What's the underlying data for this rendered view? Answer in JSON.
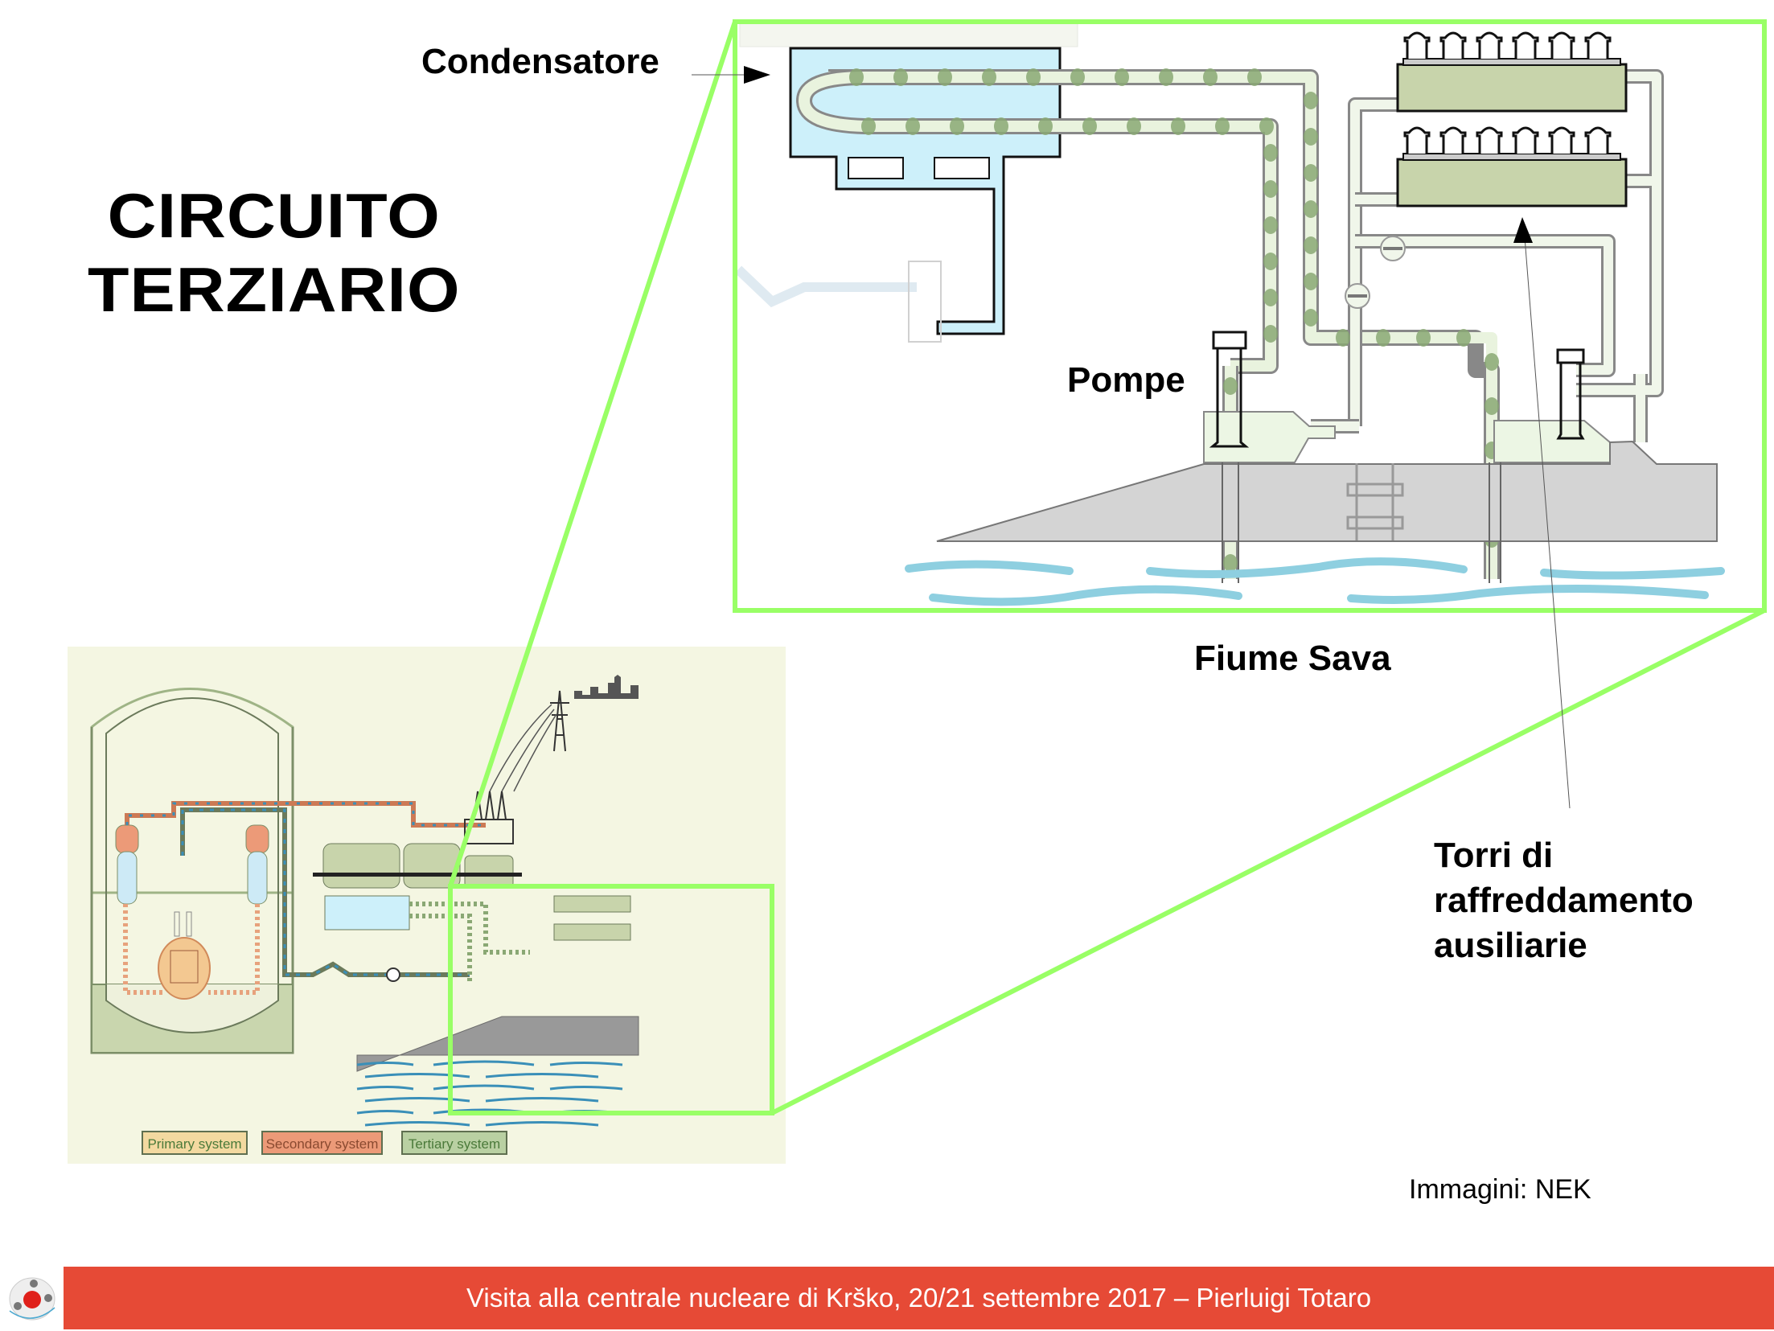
{
  "slide": {
    "title_line1": "CIRCUITO",
    "title_line2": "TERZIARIO"
  },
  "labels": {
    "condensatore": "Condensatore",
    "pompe": "Pompe",
    "fiume": "Fiume Sava",
    "torri_line1": "Torri di",
    "torri_line2": "raffreddamento",
    "torri_line3": "ausiliarie"
  },
  "credit": "Immagini: NEK",
  "legend": [
    {
      "label": "Primary system",
      "color": "#f3d9a0"
    },
    {
      "label": "Secondary system",
      "color": "#ec9a78"
    },
    {
      "label": "Tertiary system",
      "color": "#b9d0a2"
    }
  ],
  "footer": {
    "text": "Visita alla centrale nucleare di Krško, 20/21 settembre 2017 – Pierluigi Totaro",
    "color": "#e64a36"
  },
  "colors": {
    "highlight": "#99ff66",
    "tertiary_pipe": "#e9f3de",
    "tertiary_dot": "#8aa874",
    "condenser_fill": "#cdf0fa",
    "tower_fill": "#c8d4ab",
    "ground_fill": "#d4d4d4",
    "water": "#8ecfe0"
  }
}
